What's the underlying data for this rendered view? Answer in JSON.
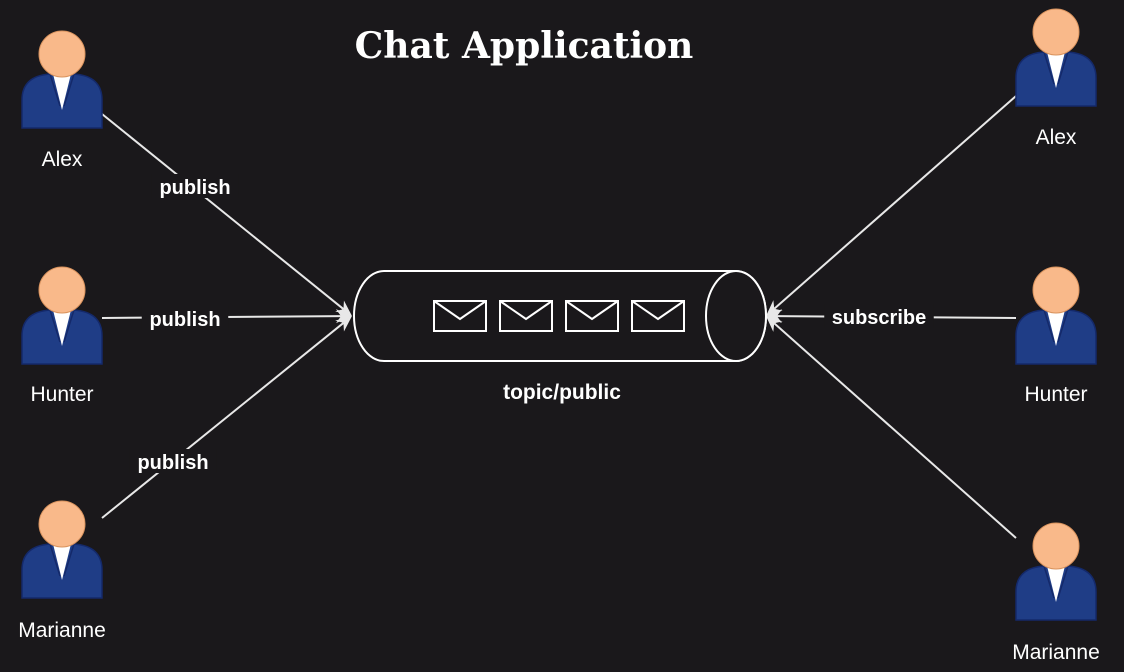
{
  "title": "Chat Application",
  "topic": {
    "label": "topic/public",
    "message_count": 4
  },
  "publishers": [
    {
      "name": "Alex",
      "edge_label": "publish"
    },
    {
      "name": "Hunter",
      "edge_label": "publish"
    },
    {
      "name": "Marianne",
      "edge_label": "publish"
    }
  ],
  "subscribers": [
    {
      "name": "Alex",
      "edge_label": ""
    },
    {
      "name": "Hunter",
      "edge_label": "subscribe"
    },
    {
      "name": "Marianne",
      "edge_label": ""
    }
  ],
  "colors": {
    "background": "#1a181b",
    "skin": "#f9b98a",
    "suit": "#1f3d86",
    "suit_dark": "#14296a",
    "shirt": "#ffffff",
    "line": "#e8e8e8"
  },
  "icons": {
    "user": "user-icon",
    "message": "envelope-icon"
  }
}
